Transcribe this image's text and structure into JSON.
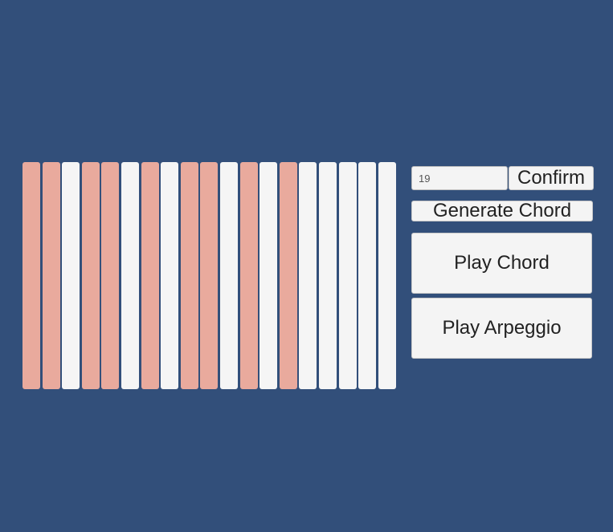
{
  "colors": {
    "background": "#324f7a",
    "key_active": "#e9aa9d",
    "key_inactive": "#f5f5f5",
    "button_face": "#f4f4f4",
    "button_text": "#222222"
  },
  "keyboard": {
    "keys": [
      {
        "active": true
      },
      {
        "active": true
      },
      {
        "active": false
      },
      {
        "active": true
      },
      {
        "active": true
      },
      {
        "active": false
      },
      {
        "active": true
      },
      {
        "active": false
      },
      {
        "active": true
      },
      {
        "active": true
      },
      {
        "active": false
      },
      {
        "active": true
      },
      {
        "active": false
      },
      {
        "active": true
      },
      {
        "active": false
      },
      {
        "active": false
      },
      {
        "active": false
      },
      {
        "active": false
      },
      {
        "active": false
      }
    ]
  },
  "controls": {
    "number_input_value": "19",
    "confirm_label": "Confirm",
    "generate_label": "Generate Chord",
    "play_chord_label": "Play Chord",
    "play_arpeggio_label": "Play Arpeggio"
  }
}
